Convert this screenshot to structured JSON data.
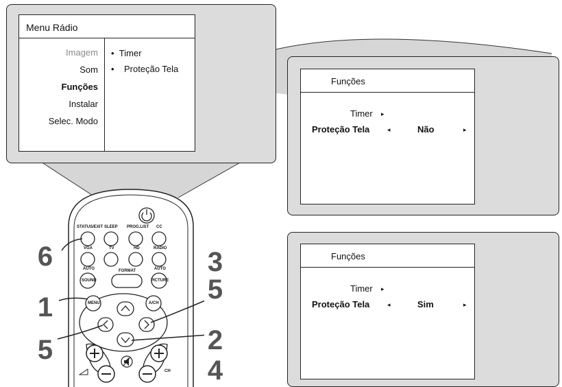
{
  "radio_menu": {
    "title": "Menu Rádio",
    "items": [
      {
        "label": "Imagem",
        "state": "dimmed"
      },
      {
        "label": "Som",
        "state": "normal"
      },
      {
        "label": "Funções",
        "state": "selected"
      },
      {
        "label": "Instalar",
        "state": "normal"
      },
      {
        "label": "Selec. Modo",
        "state": "normal"
      }
    ],
    "submenu": [
      {
        "bullet": "•",
        "label": "Timer"
      },
      {
        "bullet": "•",
        "label": "Proteção Tela"
      }
    ]
  },
  "funcoes_nao": {
    "title": "Funções",
    "timer_label": "Timer",
    "protection_label": "Proteção Tela",
    "protection_value": "Não",
    "arrow_right": "▸",
    "arrow_left": "◂"
  },
  "funcoes_sim": {
    "title": "Funções",
    "timer_label": "Timer",
    "protection_label": "Proteção Tela",
    "protection_value": "Sim",
    "arrow_right": "▸",
    "arrow_left": "◂"
  },
  "remote": {
    "buttons": {
      "status_exit": "STATUS/EXIT",
      "sleep": "SLEEP",
      "progjust": "PROG.LIST",
      "cc": "CC",
      "vga": "VGA",
      "tv": "TV",
      "hd": "HD",
      "radio": "RADIO",
      "auto_sound_top": "AUTO",
      "auto_sound": "SOUND",
      "format": "FORMAT",
      "auto_picture_top": "AUTO",
      "auto_picture": "PICTURE",
      "menu": "MENU",
      "ach": "A/CH",
      "ch": "CH"
    }
  },
  "step_labels": {
    "step6": "6",
    "step1": "1",
    "step3": "3",
    "step5_right": "5",
    "step5_left": "5",
    "step2": "2",
    "step4": "4"
  }
}
